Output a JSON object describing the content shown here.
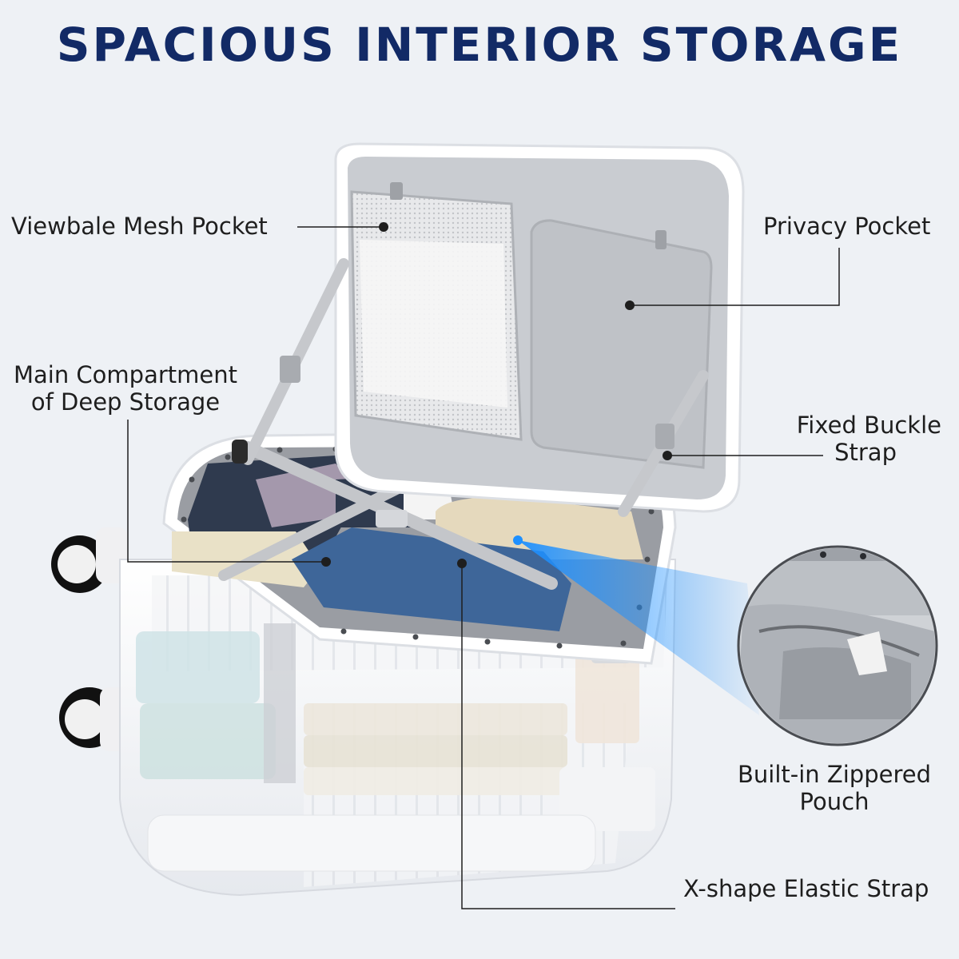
{
  "title": "SPACIOUS INTERIOR STORAGE",
  "callouts": {
    "mesh_pocket": "Viewbale Mesh Pocket",
    "privacy_pocket": "Privacy Pocket",
    "main_compartment": [
      "Main Compartment",
      "of Deep Storage"
    ],
    "fixed_buckle_strap": [
      "Fixed Buckle",
      "Strap"
    ],
    "zippered_pouch": [
      "Built-in Zippered",
      "Pouch"
    ],
    "elastic_strap": "X-shape Elastic Strap"
  },
  "colors": {
    "title": "#122a66",
    "background": "#eef1f5",
    "suitcase_shell": "#f7f8fa",
    "lining": "#c9ccd1",
    "spotlight": "#1e90ff"
  }
}
